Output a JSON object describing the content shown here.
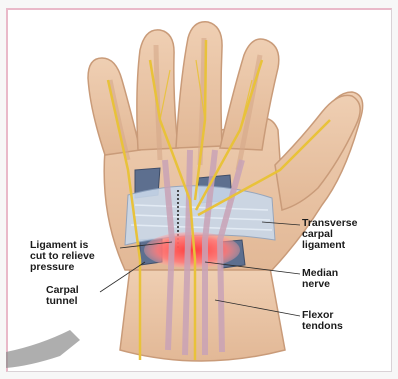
{
  "labels": {
    "ligament_cut": "Ligament is\ncut to relieve\npressure",
    "carpal_tunnel": "Carpal\ntunnel",
    "transverse_carpal_ligament": "Transverse\ncarpal\nligament",
    "median_nerve": "Median\nnerve",
    "flexor_tendons": "Flexor\ntendons"
  },
  "colors": {
    "skin": "#e9c6a7",
    "skin_shadow": "#c99b79",
    "nerve": "#e8c23a",
    "ligament": "#c9d8ea",
    "inflamed": "#ff5a5a",
    "tendon": "#c9a3b7",
    "bone": "#5d6f8f"
  }
}
